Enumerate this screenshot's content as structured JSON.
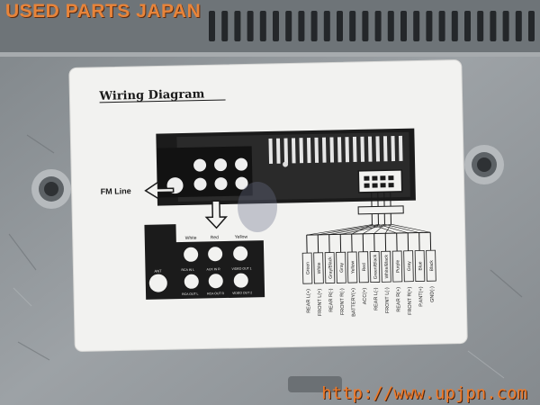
{
  "label": {
    "title": "Wiring Diagram",
    "fm_line": "FM Line",
    "rca_top": [
      "White",
      "Red",
      "Yellow"
    ],
    "rca_mid": [
      "RCA IN L",
      "AUX IN R",
      "VIDEO OUT 1"
    ],
    "rca_bot": [
      "RCA OUT L",
      "RCA OUT R",
      "VIDEO OUT 2"
    ],
    "ant": "ANT",
    "wire_colors": [
      "Green",
      "White",
      "Gray/Black",
      "Gray",
      "Yellow",
      "Red",
      "Green/Black",
      "White/Black",
      "Purple",
      "Gray",
      "Blue",
      "Black"
    ],
    "wire_functions": [
      "REAR L(+)",
      "FRONT L(+)",
      "REAR R(-)",
      "FRONT R(-)",
      "BATTERY(+)",
      "ACC(+)",
      "REAR L(-)",
      "FRONT L(-)",
      "REAR R(+)",
      "FRONT R(+)",
      "P.ANT(+)",
      "GND(-)"
    ]
  },
  "watermark": {
    "top": "USED PARTS JAPAN",
    "bottom": "http://www.upjpn.com"
  },
  "colors": {
    "metal": "#8f9498",
    "label_paper": "#f2f2f0",
    "ink": "#1a1a1a",
    "watermark": "#e8843a"
  }
}
